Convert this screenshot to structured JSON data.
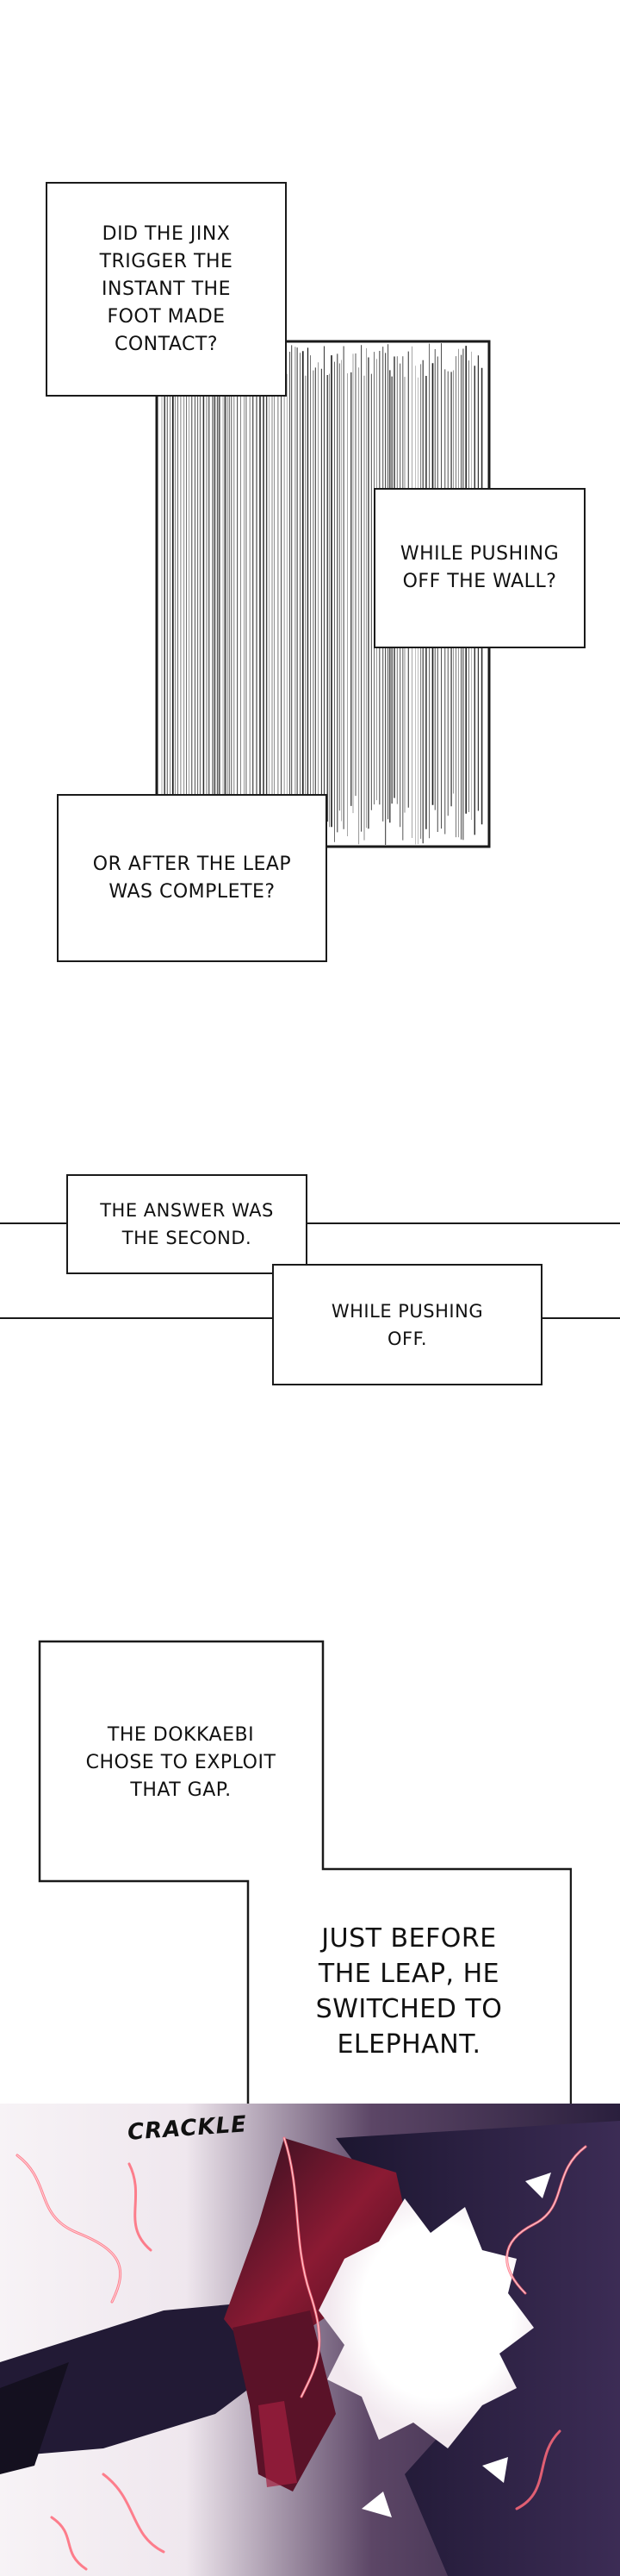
{
  "captions": {
    "jinx_trigger": "DID THE JINX TRIGGER THE INSTANT THE FOOT MADE CONTACT?",
    "while_pushing_wall": "WHILE PUSHING OFF THE WALL?",
    "after_leap": "OR AFTER THE LEAP WAS COMPLETE?",
    "answer_second": "THE ANSWER WAS THE SECOND.",
    "while_pushing_off": "WHILE PUSHING OFF.",
    "dokkaebi_gap": "THE DOKKAEBI CHOSE TO EXPLOIT THAT GAP.",
    "switched_elephant": "JUST BEFORE THE LEAP, HE SWITCHED TO ELEPHANT."
  },
  "sfx": {
    "crackle": "CRACKLE"
  },
  "colors": {
    "ink": "#1a1a1a",
    "shadow_purple": "#2a1f3d",
    "crimson": "#8b1a33",
    "spark": "#ff6a7a"
  }
}
